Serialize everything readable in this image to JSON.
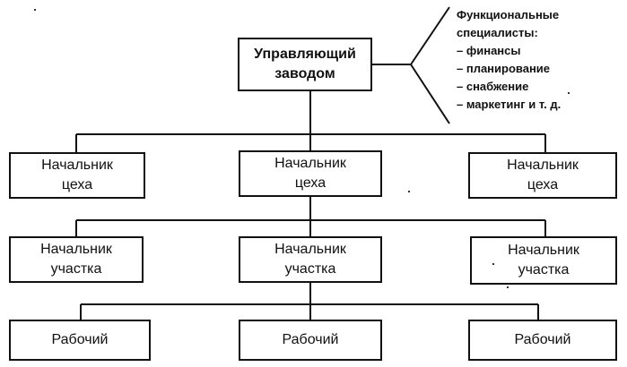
{
  "root": {
    "line1": "Управляющий",
    "line2": "заводом"
  },
  "specialists": {
    "title_line1": "Функциональные",
    "title_line2": "специалисты:",
    "items": [
      "финансы",
      "планирование",
      "снабжение",
      "маркетинг и т. д."
    ]
  },
  "level1": [
    {
      "line1": "Начальник",
      "line2": "цеха"
    },
    {
      "line1": "Начальник",
      "line2": "цеха"
    },
    {
      "line1": "Начальник",
      "line2": "цеха"
    }
  ],
  "level2": [
    {
      "line1": "Начальник",
      "line2": "участка"
    },
    {
      "line1": "Начальник",
      "line2": "участка"
    },
    {
      "line1": "Начальник",
      "line2": "участка"
    }
  ],
  "level3": [
    {
      "label": "Рабочий"
    },
    {
      "label": "Рабочий"
    },
    {
      "label": "Рабочий"
    }
  ]
}
